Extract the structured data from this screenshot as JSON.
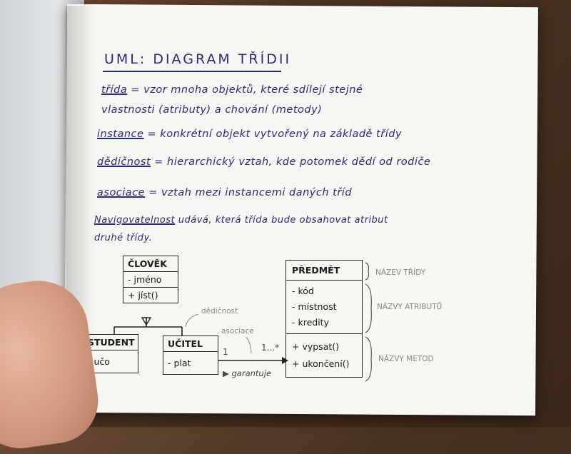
{
  "title": "UML: DIAGRAM TŘÍDII",
  "definitions": [
    {
      "term": "třída",
      "text": "= vzor mnoha objektů, které sdílejí stejné",
      "cont": "vlastnosti (atributy) a chování (metody)"
    },
    {
      "term": "instance",
      "text": "= konkrétní objekt vytvořený na základě třídy"
    },
    {
      "term": "dědičnost",
      "text": "= hierarchický vztah, kde potomek dědí od rodiče"
    },
    {
      "term": "asociace",
      "text": "= vztah mezi instancemi daných tříd"
    },
    {
      "term": "Navigovatelnost",
      "text": "udává, která třída bude obsahovat atribut",
      "cont": "druhé třídy."
    }
  ],
  "diagram": {
    "clovek": {
      "name": "ČLOVĚK",
      "attr": "- jméno",
      "method": "+ jíst()"
    },
    "student": {
      "name": "STUDENT",
      "attr": "- učo"
    },
    "ucitel": {
      "name": "UČITEL",
      "attr": "- plat"
    },
    "predmet": {
      "name": "PŘEDMĚT",
      "attrs": [
        "- kód",
        "- místnost",
        "- kredity"
      ],
      "methods": [
        "+ vypsat()",
        "+ ukončení()"
      ]
    },
    "labels": {
      "dedicnost": "dědičnost",
      "asociace": "asociace",
      "mult_left": "1",
      "mult_right": "1...*",
      "garantuje": "garantuje",
      "nazev_tridy": "NÁZEV TŘÍDY",
      "nazvy_atributu": "NÁZVY ATRIBUTŮ",
      "nazvy_metod": "NÁZVY METOD"
    }
  },
  "colors": {
    "ink": "#2a2a7a",
    "paper": "#f6f6f3",
    "table": "#4a3222"
  }
}
